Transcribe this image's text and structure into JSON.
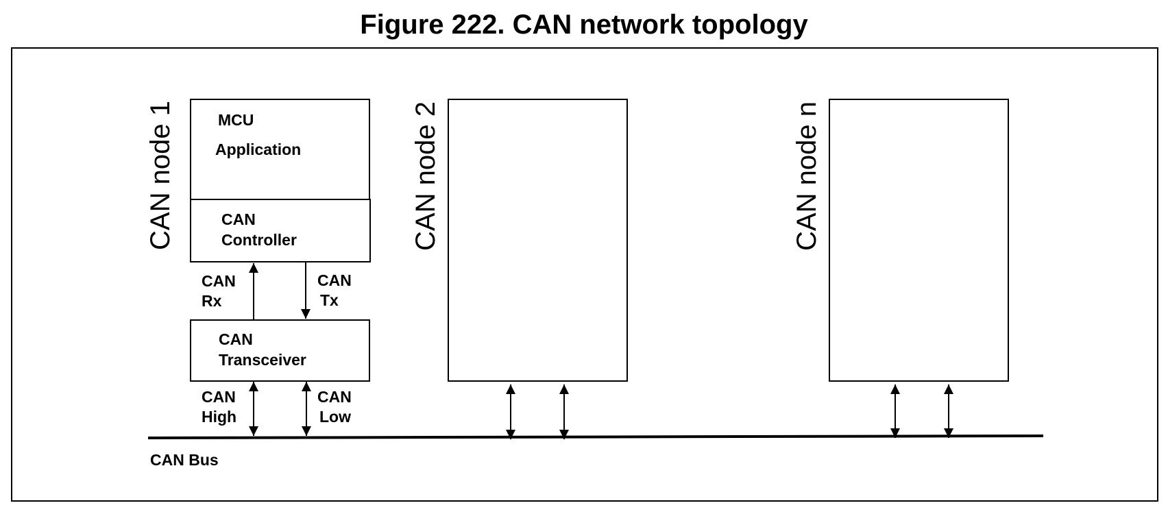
{
  "title": "Figure 222. CAN network topology",
  "nodes": {
    "node1": "CAN node 1",
    "node2": "CAN node 2",
    "noden": "CAN node n"
  },
  "blocks": {
    "mcu": "MCU",
    "application": "Application",
    "controller_line1": "CAN",
    "controller_line2": "Controller",
    "transceiver_line1": "CAN",
    "transceiver_line2": "Transceiver"
  },
  "signals": {
    "rx_line1": "CAN",
    "rx_line2": "Rx",
    "tx_line1": "CAN",
    "tx_line2": "Tx",
    "high_line1": "CAN",
    "high_line2": "High",
    "low_line1": "CAN",
    "low_line2": "Low"
  },
  "bus": "CAN Bus"
}
